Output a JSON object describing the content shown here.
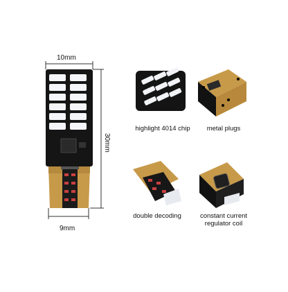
{
  "dimensions": {
    "top_width": "10mm",
    "height": "30mm",
    "bottom_width": "9mm"
  },
  "features": [
    {
      "label": "highlight 4014 chip"
    },
    {
      "label": "metal plugs"
    },
    {
      "label": "double decoding"
    },
    {
      "label": "constant current\nregulator coil"
    }
  ],
  "colors": {
    "pcb": "#151515",
    "led_chip": "#f2f4f8",
    "copper": "#c79a4a",
    "dimension_line": "#333333"
  }
}
